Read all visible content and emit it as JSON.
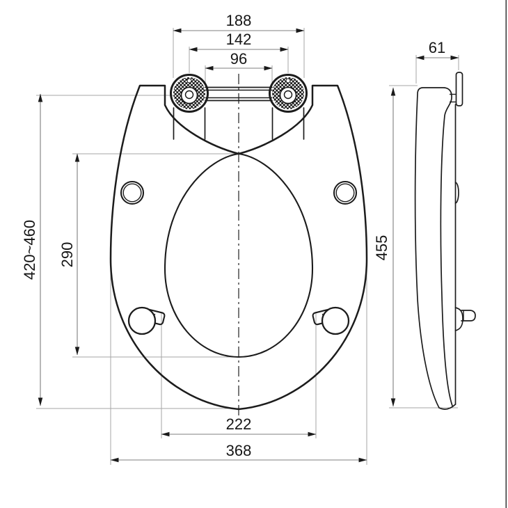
{
  "title": "Toilet seat dimensional technical drawing",
  "colors": {
    "line": "#1c1c1c",
    "dim": "#7f7f7f",
    "ext": "#a6a6a6",
    "text": "#161616"
  },
  "dimensions": {
    "hinge_span": "188",
    "hinge_centers": "142",
    "hinge_bar": "96",
    "seat_length": "420~460",
    "opening_length": "290",
    "bumper_span": "222",
    "seat_width": "368",
    "profile_height": "455",
    "profile_depth": "61"
  }
}
